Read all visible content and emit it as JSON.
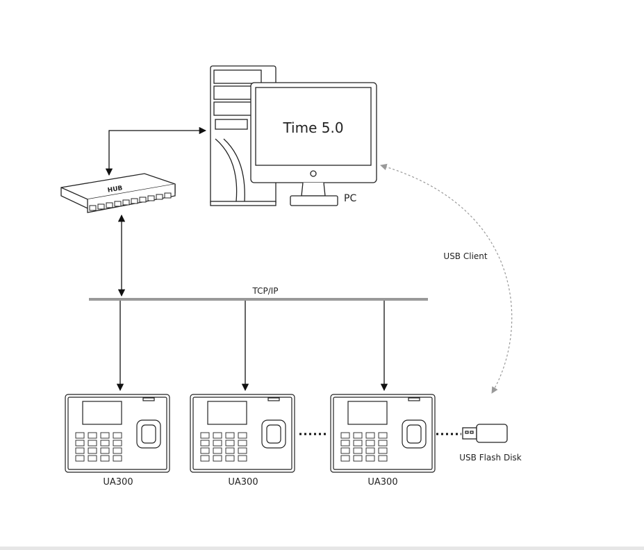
{
  "pc": {
    "screen_text": "Time 5.0",
    "label": "PC"
  },
  "hub": {
    "label": "HUB"
  },
  "network": {
    "label": "TCP/IP"
  },
  "usb_client": {
    "label": "USB Client"
  },
  "usb_disk": {
    "label": "USB Flash Disk"
  },
  "devices": [
    {
      "label": "UA300"
    },
    {
      "label": "UA300"
    },
    {
      "label": "UA300"
    }
  ]
}
